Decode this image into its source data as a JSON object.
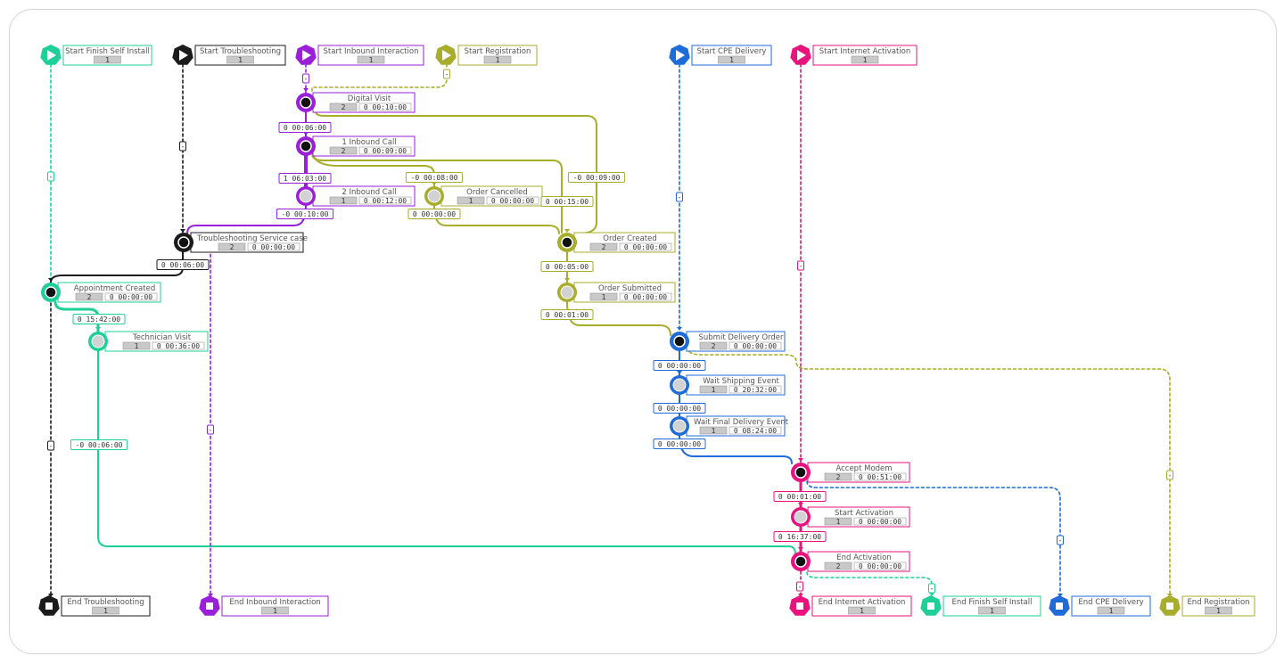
{
  "colors": {
    "teal": "#1fcf98",
    "black": "#1b1b1b",
    "purple": "#9a1fd8",
    "olive": "#a8ad2c",
    "blue": "#1f6bd8",
    "pink": "#e8137c"
  },
  "starts": [
    {
      "id": "s_fsi",
      "label": "Start Finish Self Install",
      "count": "1",
      "color": "teal"
    },
    {
      "id": "s_tr",
      "label": "Start Troubleshooting",
      "count": "1",
      "color": "black"
    },
    {
      "id": "s_ii",
      "label": "Start Inbound Interaction",
      "count": "1",
      "color": "purple"
    },
    {
      "id": "s_reg",
      "label": "Start Registration",
      "count": "1",
      "color": "olive"
    },
    {
      "id": "s_cpe",
      "label": "Start CPE Delivery",
      "count": "1",
      "color": "blue"
    },
    {
      "id": "s_ia",
      "label": "Start Internet Activation",
      "count": "1",
      "color": "pink"
    }
  ],
  "activities": [
    {
      "id": "a_dv",
      "label": "Digital Visit",
      "count": "2",
      "duration": "0 00:10:00",
      "color": "purple",
      "fill": "dark"
    },
    {
      "id": "a_ic1",
      "label": "1 Inbound Call",
      "count": "2",
      "duration": "0 00:09:00",
      "color": "purple",
      "fill": "dark"
    },
    {
      "id": "a_ic2",
      "label": "2 Inbound Call",
      "count": "1",
      "duration": "0 00:12:00",
      "color": "purple",
      "fill": "light"
    },
    {
      "id": "a_oc",
      "label": "Order Cancelled",
      "count": "1",
      "duration": "0 00:00:00",
      "color": "olive",
      "fill": "light"
    },
    {
      "id": "a_tsc",
      "label": "Troubleshooting Service case",
      "count": "2",
      "duration": "0 00:00:00",
      "color": "black",
      "fill": "dark"
    },
    {
      "id": "a_ocr",
      "label": "Order Created",
      "count": "2",
      "duration": "0 00:00:00",
      "color": "olive",
      "fill": "dark"
    },
    {
      "id": "a_os",
      "label": "Order Submitted",
      "count": "1",
      "duration": "0 00:00:00",
      "color": "olive",
      "fill": "light"
    },
    {
      "id": "a_ac",
      "label": "Appointment Created",
      "count": "2",
      "duration": "0 00:00:00",
      "color": "teal",
      "fill": "dark"
    },
    {
      "id": "a_tv",
      "label": "Technician Visit",
      "count": "1",
      "duration": "0 00:36:00",
      "color": "teal",
      "fill": "light"
    },
    {
      "id": "a_sdo",
      "label": "Submit Delivery Order",
      "count": "2",
      "duration": "0 00:00:00",
      "color": "blue",
      "fill": "dark"
    },
    {
      "id": "a_wse",
      "label": "Wait Shipping Event",
      "count": "1",
      "duration": "0 20:32:00",
      "color": "blue",
      "fill": "light"
    },
    {
      "id": "a_wfde",
      "label": "Wait Final Delivery Event",
      "count": "1",
      "duration": "0 08:24:00",
      "color": "blue",
      "fill": "light"
    },
    {
      "id": "a_am",
      "label": "Accept Modem",
      "count": "2",
      "duration": "0 00:51:00",
      "color": "pink",
      "fill": "dark"
    },
    {
      "id": "a_sa",
      "label": "Start Activation",
      "count": "1",
      "duration": "0 00:00:00",
      "color": "pink",
      "fill": "light"
    },
    {
      "id": "a_ea",
      "label": "End Activation",
      "count": "2",
      "duration": "0 00:00:00",
      "color": "pink",
      "fill": "dark"
    }
  ],
  "ends": [
    {
      "id": "e_tr",
      "label": "End Troubleshooting",
      "count": "1",
      "color": "black"
    },
    {
      "id": "e_ii",
      "label": "End Inbound Interaction",
      "count": "1",
      "color": "purple"
    },
    {
      "id": "e_ia",
      "label": "End Internet Activation",
      "count": "1",
      "color": "pink"
    },
    {
      "id": "e_fsi",
      "label": "End Finish Self Install",
      "count": "1",
      "color": "teal"
    },
    {
      "id": "e_cpe",
      "label": "End CPE Delivery",
      "count": "1",
      "color": "blue"
    },
    {
      "id": "e_reg",
      "label": "End Registration",
      "count": "1",
      "color": "olive"
    }
  ],
  "edge_labels": [
    {
      "id": "t1",
      "text": "0 00:06:00",
      "color": "purple"
    },
    {
      "id": "t2",
      "text": "1 06:03:00",
      "color": "purple"
    },
    {
      "id": "t3",
      "text": "-0 00:10:00",
      "color": "purple"
    },
    {
      "id": "t4",
      "text": "-0 00:08:00",
      "color": "olive"
    },
    {
      "id": "t5",
      "text": "0 00:00:00",
      "color": "olive"
    },
    {
      "id": "t6",
      "text": "0 00:15:00",
      "color": "olive"
    },
    {
      "id": "t7",
      "text": "-0 00:09:00",
      "color": "olive"
    },
    {
      "id": "t8",
      "text": "0 00:06:00",
      "color": "black"
    },
    {
      "id": "t9",
      "text": "0 15:42:00",
      "color": "teal"
    },
    {
      "id": "t10",
      "text": "0 00:05:00",
      "color": "olive"
    },
    {
      "id": "t11",
      "text": "0 00:01:00",
      "color": "olive"
    },
    {
      "id": "t12",
      "text": "0 00:00:00",
      "color": "blue"
    },
    {
      "id": "t13",
      "text": "0 00:00:00",
      "color": "blue"
    },
    {
      "id": "t14",
      "text": "0 00:00:00",
      "color": "blue"
    },
    {
      "id": "t15",
      "text": "-0 00:06:00",
      "color": "teal"
    },
    {
      "id": "t16",
      "text": "0 00:01:00",
      "color": "pink"
    },
    {
      "id": "t17",
      "text": "0 16:37:00",
      "color": "pink"
    }
  ],
  "small_markers": [
    {
      "id": "m1",
      "text": "-",
      "color": "purple"
    },
    {
      "id": "m2",
      "text": "-",
      "color": "olive"
    },
    {
      "id": "m3",
      "text": "-",
      "color": "black"
    },
    {
      "id": "m4",
      "text": "-",
      "color": "teal"
    },
    {
      "id": "m5",
      "text": "-",
      "color": "blue"
    },
    {
      "id": "m6",
      "text": "-",
      "color": "pink"
    },
    {
      "id": "m7",
      "text": "-",
      "color": "black"
    },
    {
      "id": "m8",
      "text": "-",
      "color": "purple"
    },
    {
      "id": "m9",
      "text": "-",
      "color": "olive"
    },
    {
      "id": "m10",
      "text": "-",
      "color": "blue"
    },
    {
      "id": "m11",
      "text": "-",
      "color": "pink"
    },
    {
      "id": "m12",
      "text": "-",
      "color": "teal"
    }
  ]
}
